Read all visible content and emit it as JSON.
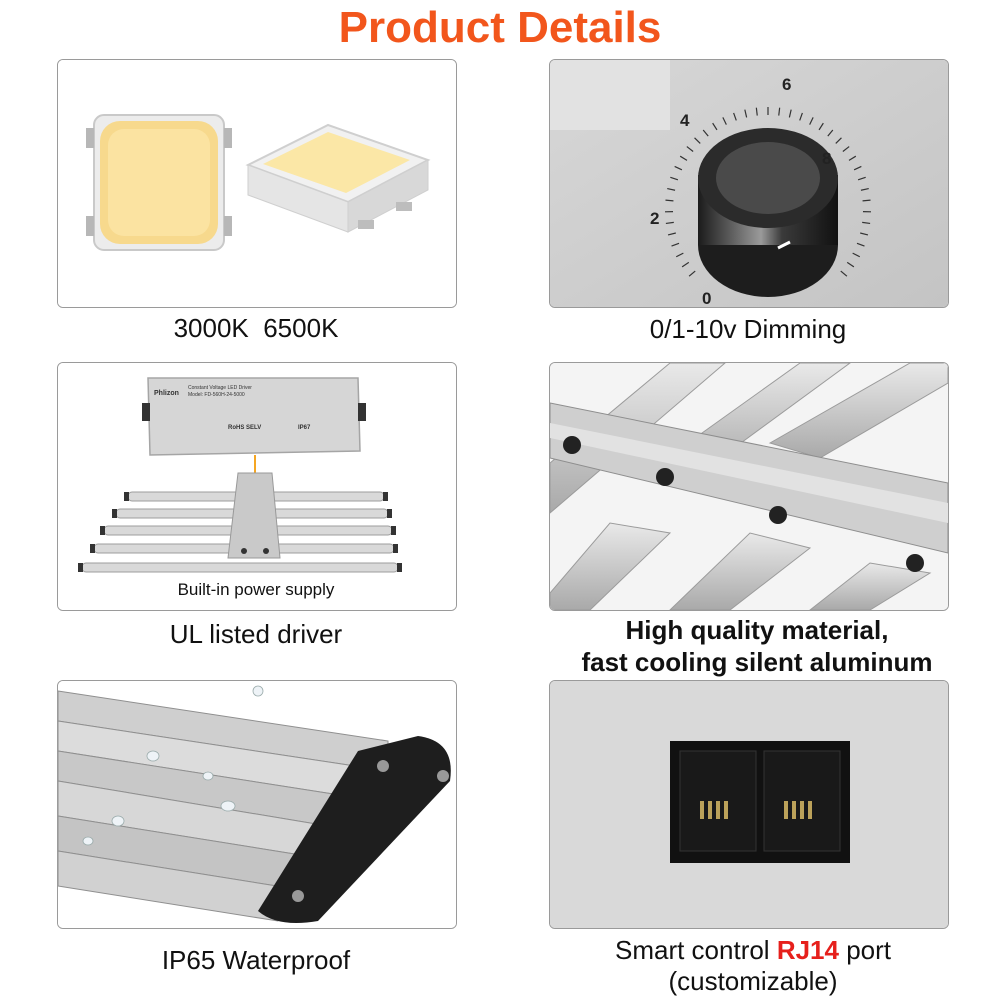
{
  "title": "Product Details",
  "panels": {
    "leds": {
      "caption": "3000K  6500K"
    },
    "dimming": {
      "caption": "0/1-10v Dimming",
      "dial_marks": [
        "0",
        "2",
        "4",
        "6",
        "8"
      ]
    },
    "driver": {
      "caption": "UL listed driver",
      "inset_label": "Built-in power supply",
      "driver_brand": "Phlizon",
      "driver_text": [
        "Constant Voltage LED Driver",
        "Model: FD-560H-24-5000"
      ],
      "driver_marks": [
        "RoHS",
        "SELV",
        "IP67"
      ]
    },
    "aluminum": {
      "caption_line1": "High quality material,",
      "caption_line2": "fast cooling silent aluminum"
    },
    "waterproof": {
      "caption": "IP65 Waterproof"
    },
    "rj14": {
      "caption_pre": "Smart control ",
      "caption_accent": "RJ14",
      "caption_post": " port",
      "caption_line2": "(customizable)"
    }
  },
  "colors": {
    "title": "#f2561c",
    "accent": "#e6201c"
  }
}
